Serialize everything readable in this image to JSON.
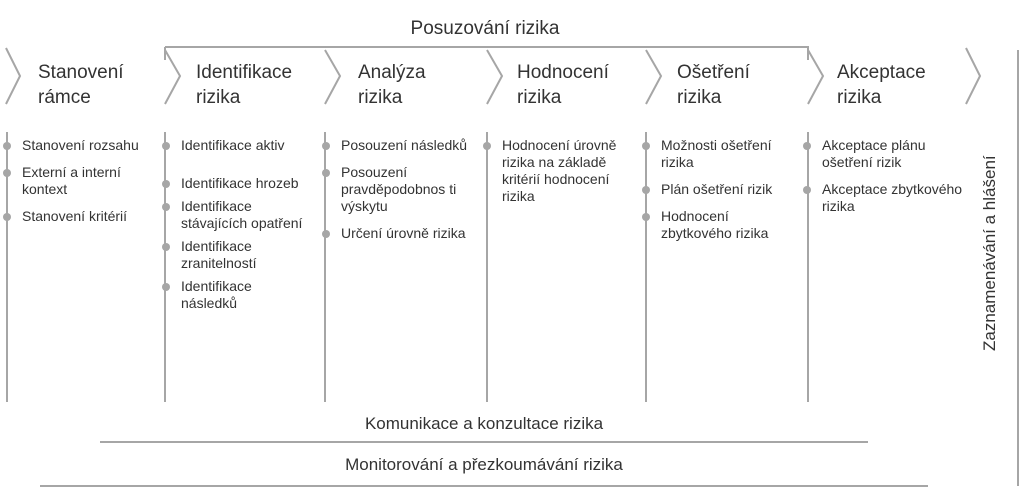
{
  "header": {
    "title": "Posuzování rizika"
  },
  "stages": [
    {
      "title_line1": "Stanovení",
      "title_line2": "rámce",
      "items": [
        "Stanovení rozsahu",
        "Externí a interní kontext",
        "Stanovení kritérií"
      ]
    },
    {
      "title_line1": "Identifikace",
      "title_line2": "rizika",
      "items": [
        "Identifikace aktiv",
        "Identifikace hrozeb",
        "Identifikace stávajících opatření",
        "Identifikace zranitelností",
        "Identifikace následků"
      ]
    },
    {
      "title_line1": "Analýza",
      "title_line2": "rizika",
      "items": [
        "Posouzení následků",
        "Posouzení pravděpodobnos ti výskytu",
        "Určení úrovně rizika"
      ]
    },
    {
      "title_line1": "Hodnocení",
      "title_line2": "rizika",
      "items": [
        "Hodnocení úrovně rizika na základě kritérií hodnocení rizika"
      ]
    },
    {
      "title_line1": "Ošetření",
      "title_line2": "rizika",
      "items": [
        "Možnosti ošetření rizika",
        "Plán ošetření rizik",
        "Hodnocení zbytkového rizika"
      ]
    },
    {
      "title_line1": "Akceptace",
      "title_line2": "rizika",
      "items": [
        "Akceptace plánu ošetření rizik",
        "Akceptace zbytkového rizika"
      ]
    }
  ],
  "footer": {
    "communication": "Komunikace a konzultace rizika",
    "monitoring": "Monitorování a přezkoumávání rizika"
  },
  "side": {
    "label": "Zaznamenávání a hlášení"
  }
}
